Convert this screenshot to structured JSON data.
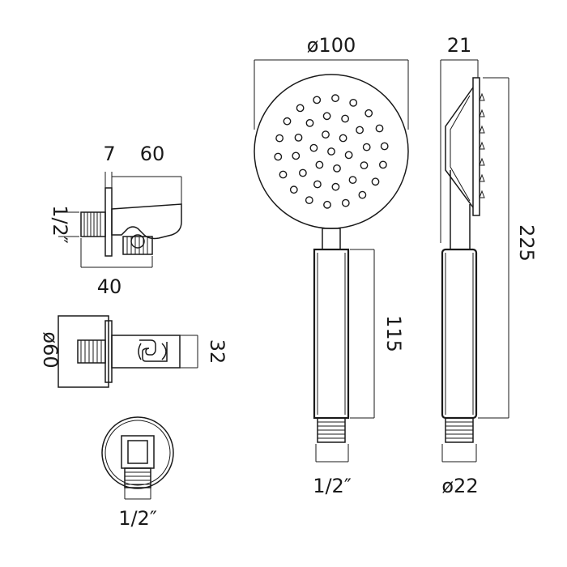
{
  "labels": {
    "bracket_depth": "7",
    "bracket_length": "60",
    "bracket_thread": "1/2″",
    "bracket_projection": "40",
    "flange_diameter": "ø60",
    "holder_height": "32",
    "outlet_thread": "1/2″",
    "head_diameter": "ø100",
    "head_thickness": "21",
    "handle_length": "115",
    "overall_length": "225",
    "handset_thread": "1/2″",
    "handle_diameter": "ø22"
  }
}
